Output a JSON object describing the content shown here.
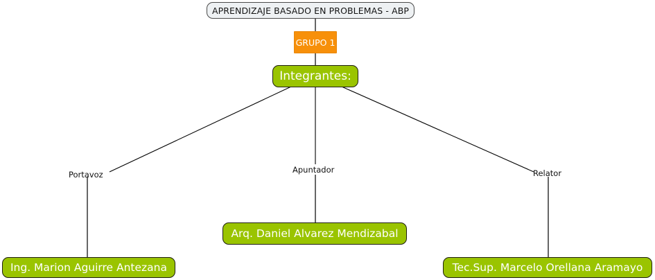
{
  "diagram": {
    "title": "APRENDIZAJE BASADO EN PROBLEMAS - ABP",
    "colors": {
      "root_fill": "#eef1f3",
      "group_fill": "#f7900a",
      "member_fill": "#9ac400",
      "border": "#1d1d10",
      "line": "#000000",
      "text_light": "#ffffff",
      "text_dark": "#101010",
      "background": "#ffffff"
    },
    "nodes": {
      "root": "APRENDIZAJE BASADO EN PROBLEMAS - ABP",
      "group": "GRUPO 1",
      "members_header": "Integrantes:",
      "member_left": "Ing. Marion Aguirre Antezana",
      "member_center": "Arq. Daniel Alvarez Mendizabal",
      "member_right": "Tec.Sup. Marcelo Orellana Aramayo"
    },
    "edge_labels": {
      "left": "Portavoz",
      "center": "Apuntador",
      "right": "Relator"
    }
  }
}
